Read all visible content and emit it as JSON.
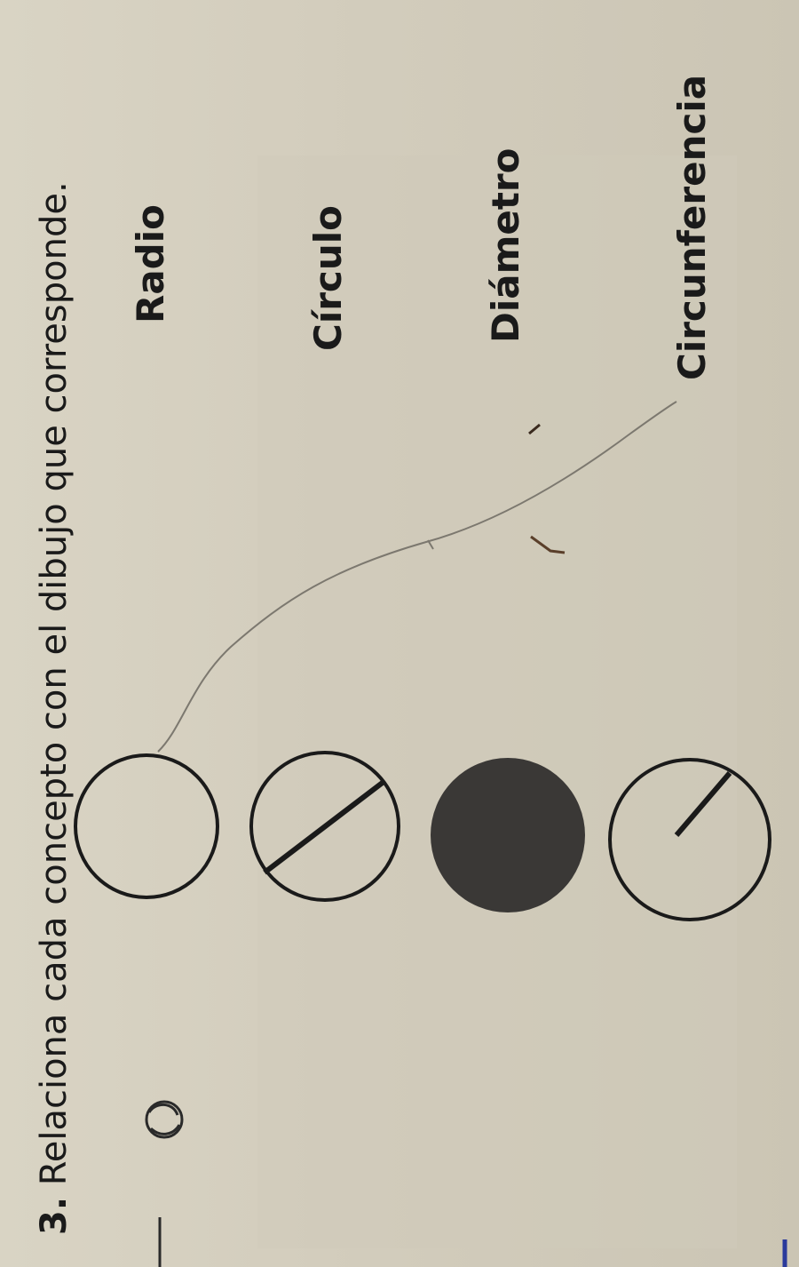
{
  "instruction": {
    "number": "3.",
    "text": "Relaciona cada concepto con el dibujo que corresponde."
  },
  "concepts": [
    "Radio",
    "Círculo",
    "Diámetro",
    "Circunferencia"
  ],
  "figures": [
    {
      "name": "circle-outline",
      "kind": "circunferencia"
    },
    {
      "name": "circle-with-diameter",
      "kind": "diámetro"
    },
    {
      "name": "filled-circle",
      "kind": "círculo",
      "color": "#3a3836"
    },
    {
      "name": "circle-with-radius",
      "kind": "radio"
    }
  ],
  "colors": {
    "ink": "#1a1a1a",
    "pencil": "#7c786f",
    "fill": "#3a3836"
  }
}
